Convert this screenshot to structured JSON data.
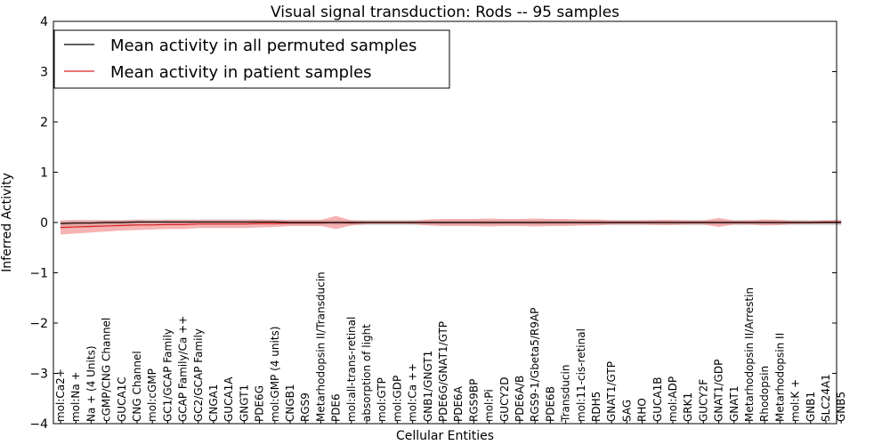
{
  "chart_data": {
    "type": "line",
    "title": "Visual signal transduction: Rods -- 95 samples",
    "xlabel": "Cellular Entities",
    "ylabel": "Inferred Activity",
    "ylim": [
      -4,
      4
    ],
    "yticks": [
      -4,
      -3,
      -2,
      -1,
      0,
      1,
      2,
      3,
      4
    ],
    "ytick_labels": [
      "−4",
      "−3",
      "−2",
      "−1",
      "0",
      "1",
      "2",
      "3",
      "4"
    ],
    "grid": false,
    "legend_position": "top-left",
    "categories": [
      "mol:Ca2+",
      "mol:Na +",
      "Na + (4 Units)",
      "cGMP/CNG Channel",
      "GUCA1C",
      "CNG Channel",
      "mol:cGMP",
      "GC1/GCAP Family",
      "GCAP Family/Ca ++",
      "GC2/GCAP Family",
      "CNGA1",
      "GUCA1A",
      "GNGT1",
      "PDE6G",
      "mol:GMP (4 units)",
      "CNGB1",
      "RGS9",
      "Metarhodopsin II/Transducin",
      "PDE6",
      "mol:all-trans-retinal",
      "absorption of light",
      "mol:GTP",
      "mol:GDP",
      "mol:Ca ++",
      "GNB1/GNGT1",
      "PDE6G/GNAT1/GTP",
      "PDE6A",
      "RGS9BP",
      "mol:Pi",
      "GUCY2D",
      "PDE6A/B",
      "RGS9-1/Gbeta5/R9AP",
      "PDE6B",
      "Transducin",
      "mol:11-cis-retinal",
      "RDH5",
      "GNAT1/GTP",
      "SAG",
      "RHO",
      "GUCA1B",
      "mol:ADP",
      "GRK1",
      "GUCY2F",
      "GNAT1/GDP",
      "GNAT1",
      "Metarhodopsin II/Arrestin",
      "Rhodopsin",
      "Metarhodopsin II",
      "mol:K +",
      "GNB1",
      "SLC24A1",
      "GNB5"
    ],
    "series": [
      {
        "name": "Mean activity in all permuted samples",
        "color": "#000000",
        "band_color": "#b0b0b0",
        "values": [
          -0.02,
          -0.01,
          -0.01,
          0.0,
          0.0,
          0.01,
          0.01,
          0.01,
          0.01,
          0.01,
          0.01,
          0.01,
          0.01,
          0.01,
          0.01,
          0.0,
          0.0,
          0.0,
          0.0,
          0.0,
          0.0,
          0.0,
          0.0,
          0.0,
          0.0,
          0.0,
          0.0,
          0.0,
          0.0,
          0.0,
          0.0,
          0.0,
          0.0,
          0.0,
          0.0,
          0.0,
          0.0,
          0.0,
          0.0,
          0.0,
          0.0,
          0.0,
          0.0,
          0.0,
          0.0,
          0.0,
          0.0,
          0.0,
          0.0,
          0.0,
          0.0,
          0.0
        ],
        "spread": [
          0.06,
          0.06,
          0.06,
          0.05,
          0.05,
          0.05,
          0.05,
          0.05,
          0.05,
          0.05,
          0.05,
          0.05,
          0.05,
          0.05,
          0.05,
          0.05,
          0.05,
          0.05,
          0.05,
          0.05,
          0.05,
          0.05,
          0.05,
          0.05,
          0.05,
          0.05,
          0.05,
          0.05,
          0.05,
          0.05,
          0.05,
          0.05,
          0.05,
          0.05,
          0.05,
          0.05,
          0.05,
          0.05,
          0.05,
          0.05,
          0.05,
          0.05,
          0.05,
          0.05,
          0.05,
          0.05,
          0.05,
          0.05,
          0.05,
          0.05,
          0.05,
          0.06
        ]
      },
      {
        "name": "Mean activity in patient samples",
        "color": "#d62020",
        "band_color": "#f08080",
        "values": [
          -0.1,
          -0.09,
          -0.08,
          -0.07,
          -0.06,
          -0.05,
          -0.05,
          -0.04,
          -0.04,
          -0.03,
          -0.03,
          -0.03,
          -0.03,
          -0.02,
          -0.02,
          -0.01,
          -0.01,
          -0.01,
          0.0,
          -0.01,
          0.0,
          0.0,
          0.0,
          0.0,
          0.0,
          0.0,
          0.0,
          0.0,
          0.0,
          0.0,
          0.0,
          0.0,
          0.0,
          0.0,
          0.0,
          0.0,
          0.0,
          0.0,
          0.0,
          0.0,
          0.0,
          0.0,
          0.0,
          0.0,
          0.0,
          0.0,
          0.0,
          0.0,
          0.0,
          0.0,
          0.01,
          0.01
        ],
        "spread": [
          0.14,
          0.13,
          0.12,
          0.11,
          0.1,
          0.1,
          0.09,
          0.09,
          0.09,
          0.08,
          0.08,
          0.08,
          0.08,
          0.08,
          0.07,
          0.06,
          0.06,
          0.06,
          0.13,
          0.05,
          0.03,
          0.03,
          0.03,
          0.03,
          0.06,
          0.07,
          0.07,
          0.07,
          0.08,
          0.07,
          0.07,
          0.08,
          0.07,
          0.07,
          0.06,
          0.06,
          0.04,
          0.04,
          0.04,
          0.05,
          0.05,
          0.04,
          0.04,
          0.09,
          0.04,
          0.04,
          0.06,
          0.05,
          0.03,
          0.03,
          0.03,
          0.03
        ]
      }
    ]
  }
}
